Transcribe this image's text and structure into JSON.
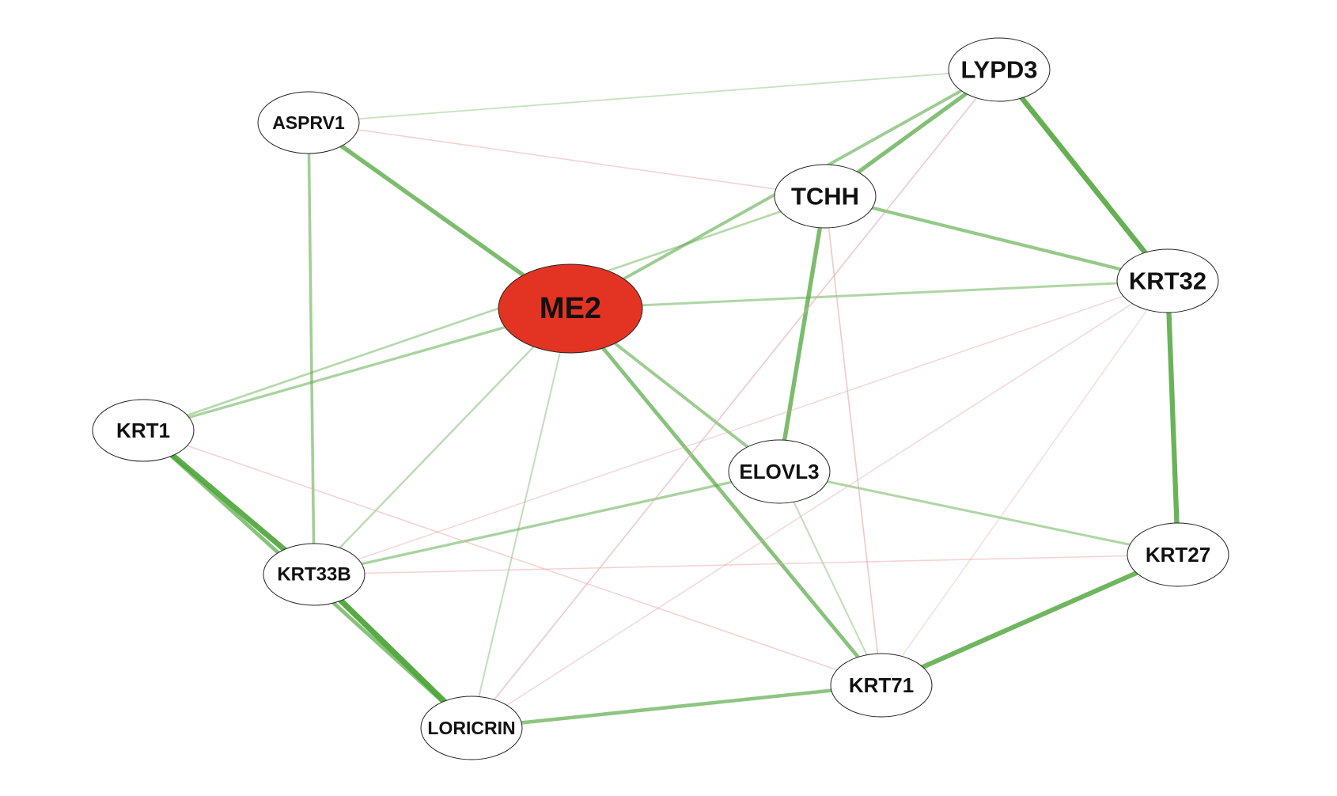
{
  "colors": {
    "positive_edge": "#4ea53a",
    "negative_edge": "#e8a8a8",
    "hub_fill": "#e33322",
    "node_fill": "#ffffff",
    "node_stroke": "#222222"
  },
  "nodes": [
    {
      "id": "ME2",
      "label": "ME2",
      "hub": true
    },
    {
      "id": "ASPRV1",
      "label": "ASPRV1",
      "hub": false
    },
    {
      "id": "LYPD3",
      "label": "LYPD3",
      "hub": false
    },
    {
      "id": "TCHH",
      "label": "TCHH",
      "hub": false
    },
    {
      "id": "KRT32",
      "label": "KRT32",
      "hub": false
    },
    {
      "id": "KRT1",
      "label": "KRT1",
      "hub": false
    },
    {
      "id": "ELOVL3",
      "label": "ELOVL3",
      "hub": false
    },
    {
      "id": "KRT33B",
      "label": "KRT33B",
      "hub": false
    },
    {
      "id": "KRT27",
      "label": "KRT27",
      "hub": false
    },
    {
      "id": "KRT71",
      "label": "KRT71",
      "hub": false
    },
    {
      "id": "LORICRIN",
      "label": "LORICRIN",
      "hub": false
    }
  ],
  "edges": [
    {
      "source": "KRT1",
      "target": "KRT33B",
      "sign": "positive",
      "strength": 0.95
    },
    {
      "source": "KRT33B",
      "target": "LORICRIN",
      "sign": "positive",
      "strength": 1.0
    },
    {
      "source": "KRT1",
      "target": "LORICRIN",
      "sign": "positive",
      "strength": 0.6
    },
    {
      "source": "LYPD3",
      "target": "KRT32",
      "sign": "positive",
      "strength": 0.9
    },
    {
      "source": "KRT32",
      "target": "KRT27",
      "sign": "positive",
      "strength": 0.85
    },
    {
      "source": "KRT27",
      "target": "KRT71",
      "sign": "positive",
      "strength": 0.8
    },
    {
      "source": "ASPRV1",
      "target": "ME2",
      "sign": "positive",
      "strength": 0.7
    },
    {
      "source": "ME2",
      "target": "KRT71",
      "sign": "positive",
      "strength": 0.6
    },
    {
      "source": "TCHH",
      "target": "ELOVL3",
      "sign": "positive",
      "strength": 0.7
    },
    {
      "source": "LYPD3",
      "target": "TCHH",
      "sign": "positive",
      "strength": 0.65
    },
    {
      "source": "TCHH",
      "target": "KRT32",
      "sign": "positive",
      "strength": 0.5
    },
    {
      "source": "LORICRIN",
      "target": "KRT71",
      "sign": "positive",
      "strength": 0.55
    },
    {
      "source": "ME2",
      "target": "LYPD3",
      "sign": "positive",
      "strength": 0.45
    },
    {
      "source": "ME2",
      "target": "ELOVL3",
      "sign": "positive",
      "strength": 0.45
    },
    {
      "source": "ASPRV1",
      "target": "KRT33B",
      "sign": "positive",
      "strength": 0.4
    },
    {
      "source": "ME2",
      "target": "KRT32",
      "sign": "positive",
      "strength": 0.3
    },
    {
      "source": "ME2",
      "target": "KRT1",
      "sign": "positive",
      "strength": 0.35
    },
    {
      "source": "TCHH",
      "target": "KRT1",
      "sign": "positive",
      "strength": 0.25
    },
    {
      "source": "KRT33B",
      "target": "ELOVL3",
      "sign": "positive",
      "strength": 0.35
    },
    {
      "source": "ELOVL3",
      "target": "KRT27",
      "sign": "positive",
      "strength": 0.3
    },
    {
      "source": "ME2",
      "target": "KRT33B",
      "sign": "positive",
      "strength": 0.2
    },
    {
      "source": "ME2",
      "target": "LORICRIN",
      "sign": "positive",
      "strength": 0.15
    },
    {
      "source": "ELOVL3",
      "target": "KRT71",
      "sign": "positive",
      "strength": 0.15
    },
    {
      "source": "ASPRV1",
      "target": "LYPD3",
      "sign": "positive",
      "strength": 0.1
    },
    {
      "source": "ASPRV1",
      "target": "TCHH",
      "sign": "negative",
      "strength": 0.2
    },
    {
      "source": "LYPD3",
      "target": "LORICRIN",
      "sign": "negative",
      "strength": 0.3
    },
    {
      "source": "TCHH",
      "target": "KRT71",
      "sign": "negative",
      "strength": 0.3
    },
    {
      "source": "KRT1",
      "target": "KRT71",
      "sign": "negative",
      "strength": 0.2
    },
    {
      "source": "KRT33B",
      "target": "KRT27",
      "sign": "negative",
      "strength": 0.2
    },
    {
      "source": "KRT32",
      "target": "KRT33B",
      "sign": "negative",
      "strength": 0.15
    },
    {
      "source": "KRT32",
      "target": "LORICRIN",
      "sign": "negative",
      "strength": 0.15
    },
    {
      "source": "KRT32",
      "target": "KRT71",
      "sign": "negative",
      "strength": 0.1
    }
  ]
}
